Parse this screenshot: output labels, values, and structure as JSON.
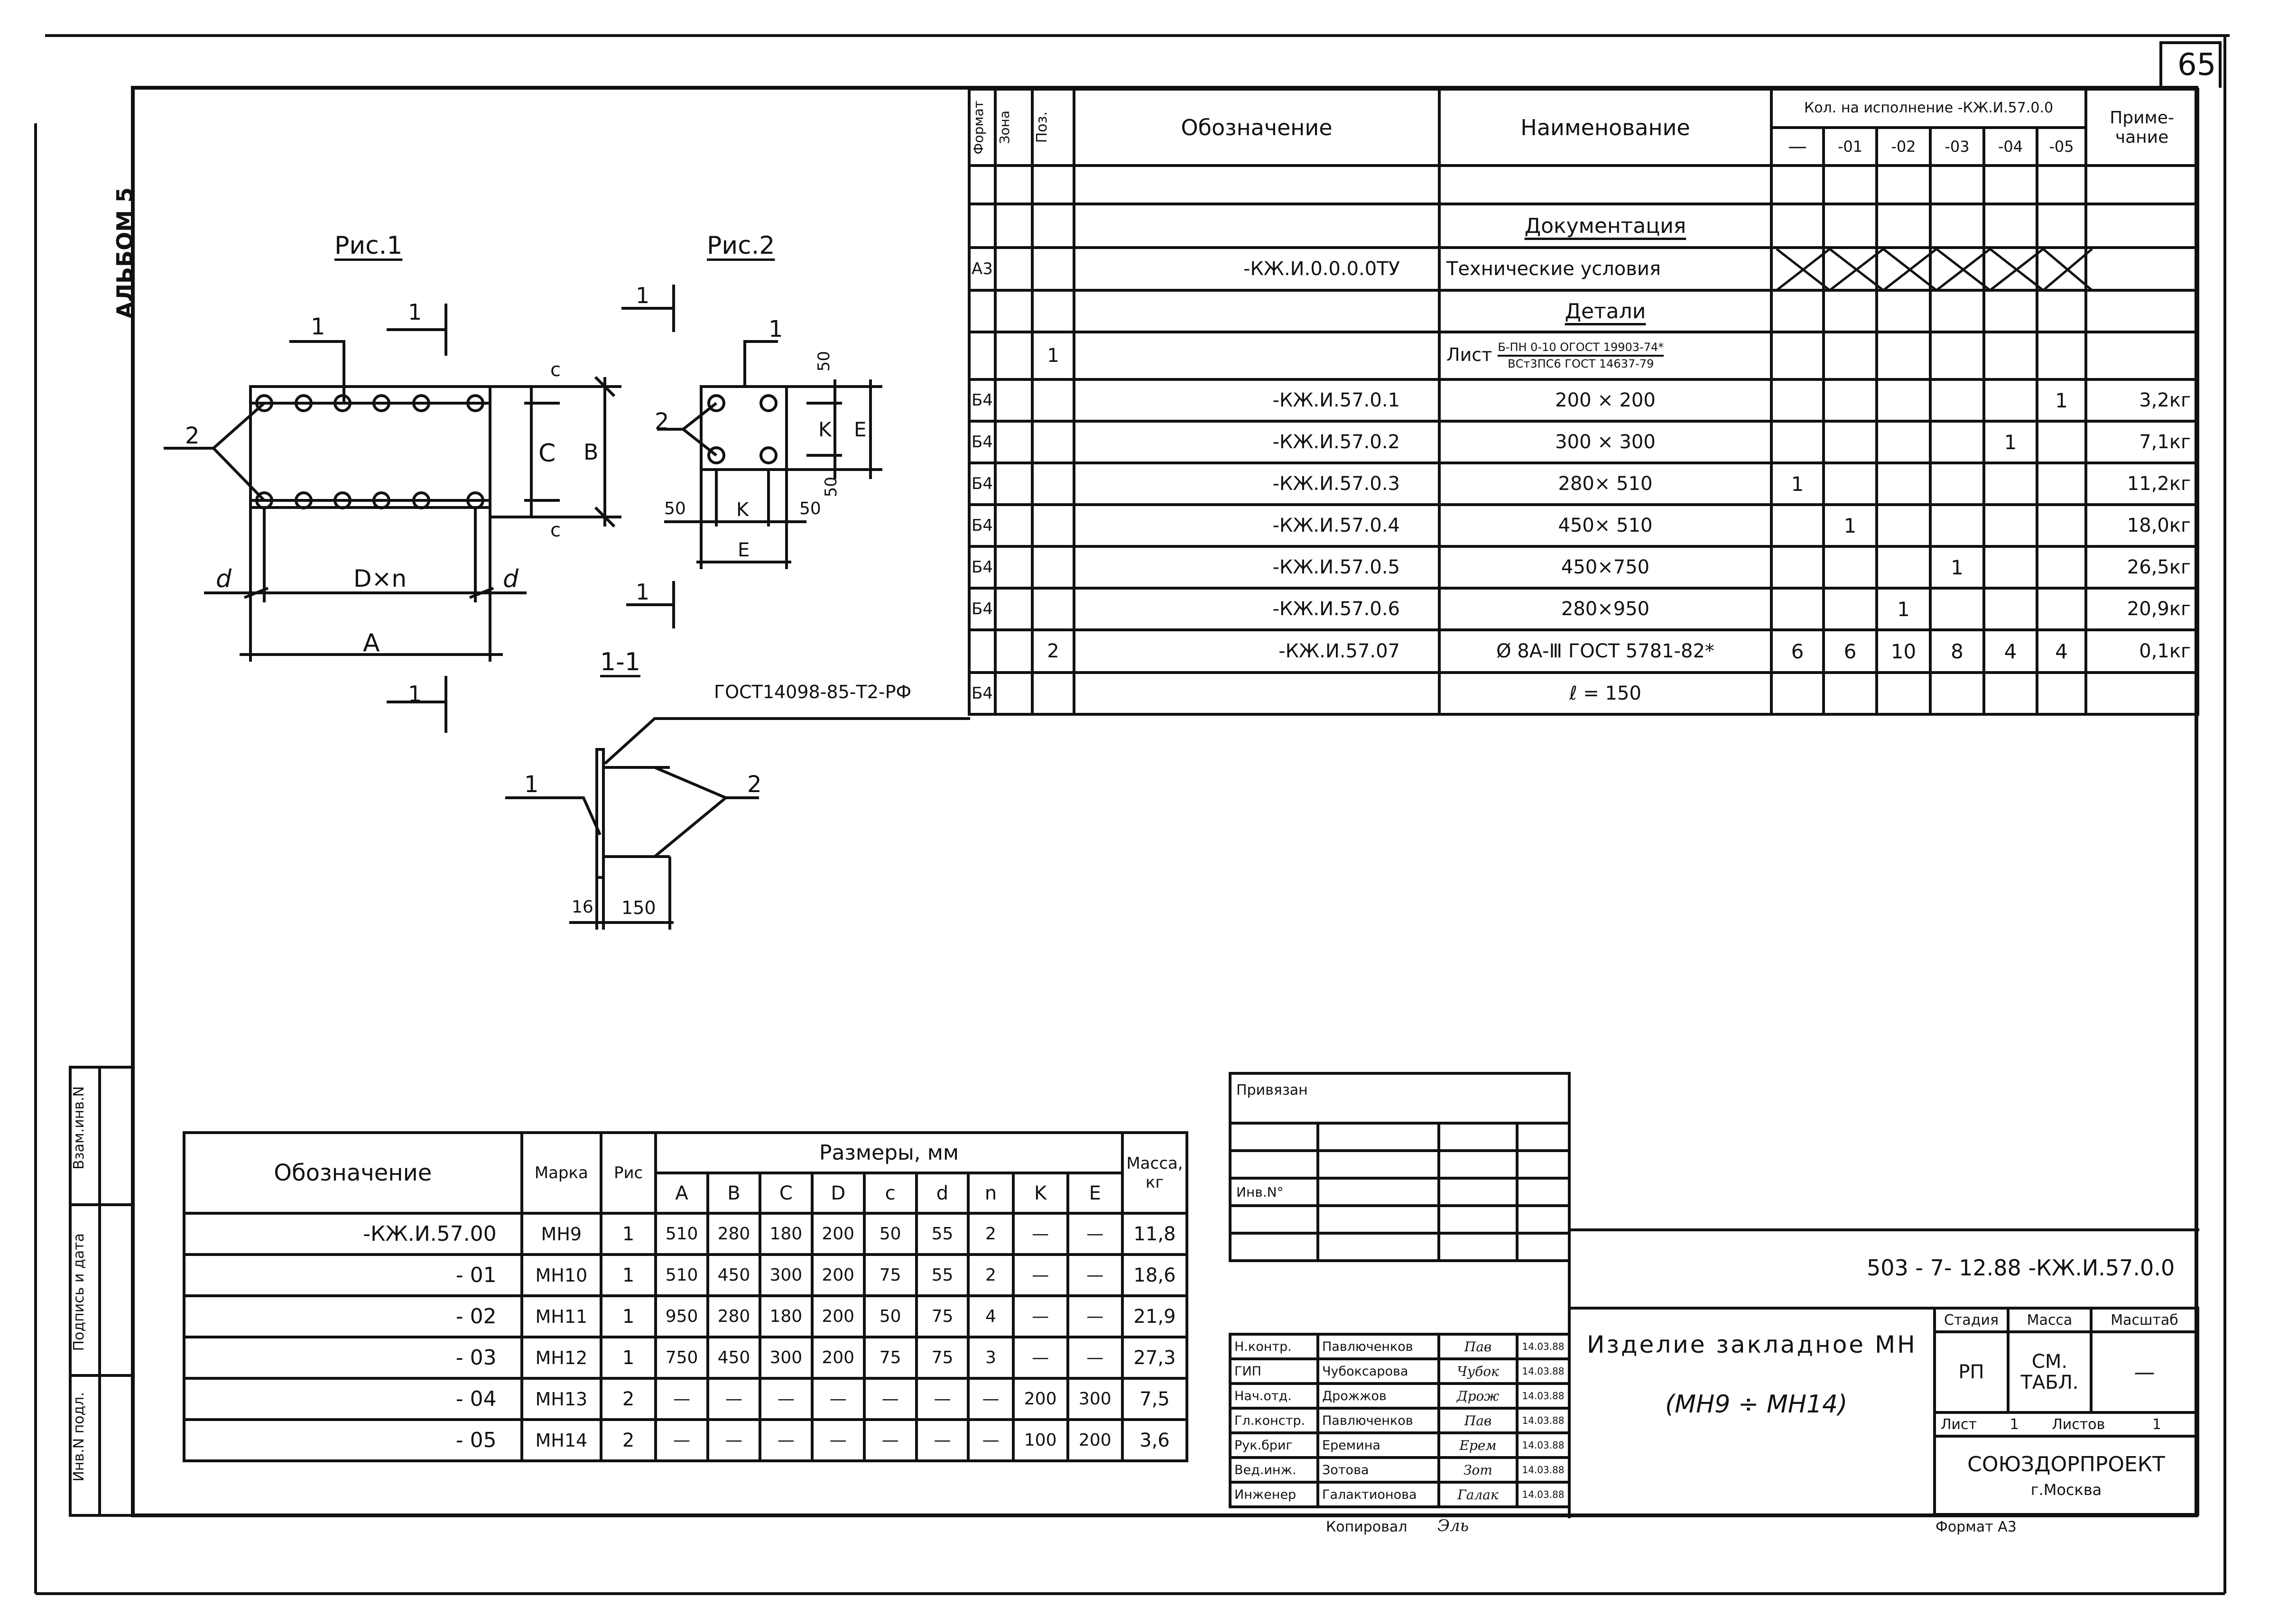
{
  "page": {
    "sheet_number": "65",
    "album": "АЛЬБОМ 5"
  },
  "figures": {
    "fig1": {
      "title": "Рис.1",
      "dims": {
        "d_left": "d",
        "middle": "D×n",
        "d_right": "d",
        "overall": "A",
        "c_top": "c",
        "C": "C",
        "B": "B",
        "c_bottom": "c"
      }
    },
    "fig2": {
      "title": "Рис.2",
      "dims": {
        "left": "50",
        "K": "K",
        "right": "50",
        "E": "E",
        "top": "50",
        "K_v": "K",
        "E_v": "E",
        "bottom": "50"
      }
    },
    "section": {
      "title": "1-1",
      "weld": "ГОСТ14098-85-Т2-РФ",
      "dim_thk": "16",
      "dim_len": "150"
    },
    "callouts": {
      "one": "1",
      "two": "2"
    }
  },
  "spec": {
    "headers": {
      "format": "Формат",
      "zone": "Зона",
      "pos": "Поз.",
      "designation": "Обозначение",
      "name": "Наименование",
      "qty_title": "Кол. на исполнение -КЖ.И.57.0.0",
      "exec": [
        "—",
        "-01",
        "-02",
        "-03",
        "-04",
        "-05"
      ],
      "note": "Приме-чание"
    },
    "rows": [
      {
        "format": "",
        "pos": "",
        "designation": "",
        "name": "",
        "q": [
          "",
          "",
          "",
          "",
          "",
          ""
        ],
        "note": ""
      },
      {
        "format": "",
        "pos": "",
        "designation": "",
        "name": "Документация",
        "q": [
          "",
          "",
          "",
          "",
          "",
          ""
        ],
        "note": ""
      },
      {
        "format": "А3",
        "pos": "",
        "designation": "-КЖ.И.0.0.0.0ТУ",
        "name": "Технические условия",
        "q": [
          "",
          "",
          "",
          "",
          "",
          ""
        ],
        "note": ""
      },
      {
        "format": "",
        "pos": "",
        "designation": "",
        "name": "Детали",
        "q": [
          "",
          "",
          "",
          "",
          "",
          ""
        ],
        "note": ""
      },
      {
        "format": "",
        "pos": "1",
        "designation": "",
        "name": "Лист",
        "q": [
          "",
          "",
          "",
          "",
          "",
          ""
        ],
        "note": ""
      },
      {
        "format": "Б4",
        "pos": "",
        "designation": "-КЖ.И.57.0.1",
        "name": "200 × 200",
        "q": [
          "",
          "",
          "",
          "",
          "",
          "1"
        ],
        "note": "3,2кг"
      },
      {
        "format": "Б4",
        "pos": "",
        "designation": "-КЖ.И.57.0.2",
        "name": "300 × 300",
        "q": [
          "",
          "",
          "",
          "",
          "1",
          ""
        ],
        "note": "7,1кг"
      },
      {
        "format": "Б4",
        "pos": "",
        "designation": "-КЖ.И.57.0.3",
        "name": "280× 510",
        "q": [
          "1",
          "",
          "",
          "",
          "",
          ""
        ],
        "note": "11,2кг"
      },
      {
        "format": "Б4",
        "pos": "",
        "designation": "-КЖ.И.57.0.4",
        "name": "450× 510",
        "q": [
          "",
          "1",
          "",
          "",
          "",
          ""
        ],
        "note": "18,0кг"
      },
      {
        "format": "Б4",
        "pos": "",
        "designation": "-КЖ.И.57.0.5",
        "name": "450×750",
        "q": [
          "",
          "",
          "",
          "1",
          "",
          ""
        ],
        "note": "26,5кг"
      },
      {
        "format": "Б4",
        "pos": "",
        "designation": "-КЖ.И.57.0.6",
        "name": "280×950",
        "q": [
          "",
          "",
          "1",
          "",
          "",
          ""
        ],
        "note": "20,9кг"
      },
      {
        "format": "",
        "pos": "2",
        "designation": "-КЖ.И.57.07",
        "name": "Ø 8А-Ⅲ ГОСТ 5781-82*",
        "q": [
          "6",
          "6",
          "10",
          "8",
          "4",
          "4"
        ],
        "note": "0,1кг"
      },
      {
        "format": "Б4",
        "pos": "",
        "designation": "",
        "name": "ℓ = 150",
        "q": [
          "",
          "",
          "",
          "",
          "",
          ""
        ],
        "note": ""
      }
    ],
    "sheet_fraction": {
      "top": "Б-ПН 0-10 ОГОСТ 19903-74*",
      "bottom": "ВСт3ПС6 ГОСТ 14637-79"
    }
  },
  "dims_table": {
    "headers": {
      "designation": "Обозначение",
      "marka": "Марка",
      "ris": "Рис",
      "sizes": "Размеры, мм",
      "cols": [
        "A",
        "B",
        "C",
        "D",
        "c",
        "d",
        "n",
        "K",
        "E"
      ],
      "mass": "Масса, кг"
    },
    "rows": [
      {
        "des": "-КЖ.И.57.00",
        "marka": "МН9",
        "ris": "1",
        "v": [
          "510",
          "280",
          "180",
          "200",
          "50",
          "55",
          "2",
          "—",
          "—"
        ],
        "mass": "11,8"
      },
      {
        "des": "- 01",
        "marka": "МН10",
        "ris": "1",
        "v": [
          "510",
          "450",
          "300",
          "200",
          "75",
          "55",
          "2",
          "—",
          "—"
        ],
        "mass": "18,6"
      },
      {
        "des": "- 02",
        "marka": "МН11",
        "ris": "1",
        "v": [
          "950",
          "280",
          "180",
          "200",
          "50",
          "75",
          "4",
          "—",
          "—"
        ],
        "mass": "21,9"
      },
      {
        "des": "- 03",
        "marka": "МН12",
        "ris": "1",
        "v": [
          "750",
          "450",
          "300",
          "200",
          "75",
          "75",
          "3",
          "—",
          "—"
        ],
        "mass": "27,3"
      },
      {
        "des": "- 04",
        "marka": "МН13",
        "ris": "2",
        "v": [
          "—",
          "—",
          "—",
          "—",
          "—",
          "—",
          "—",
          "200",
          "300"
        ],
        "mass": "7,5"
      },
      {
        "des": "- 05",
        "marka": "МН14",
        "ris": "2",
        "v": [
          "—",
          "—",
          "—",
          "—",
          "—",
          "—",
          "—",
          "100",
          "200"
        ],
        "mass": "3,6"
      }
    ]
  },
  "left_stamp": [
    "Инв.N подл.",
    "Подпись и дата",
    "Взам.инв.N"
  ],
  "privyazan": {
    "title": "Привязан",
    "inv": "Инв.N°"
  },
  "title_block": {
    "code": "503 - 7- 12.88 -КЖ.И.57.0.0",
    "name_line1": "Изделие закладное МН",
    "name_line2": "(МН9 ÷ МН14)",
    "people": [
      {
        "role": "Н.контр.",
        "name": "Павлюченков",
        "sign": "Пав",
        "date": "14.03.88"
      },
      {
        "role": "ГИП",
        "name": "Чубоксарова",
        "sign": "Чубок",
        "date": "14.03.88"
      },
      {
        "role": "Нач.отд.",
        "name": "Дрожжов",
        "sign": "Дрож",
        "date": "14.03.88"
      },
      {
        "role": "Гл.констр.",
        "name": "Павлюченков",
        "sign": "Пав",
        "date": "14.03.88"
      },
      {
        "role": "Рук.бриг",
        "name": "Еремина",
        "sign": "Ерем",
        "date": "14.03.88"
      },
      {
        "role": "Вед.инж.",
        "name": "Зотова",
        "sign": "Зот",
        "date": "14.03.88"
      },
      {
        "role": "Инженер",
        "name": "Галактионова",
        "sign": "Галак",
        "date": "14.03.88"
      }
    ],
    "stage_h": "Стадия",
    "mass_h": "Масса",
    "scale_h": "Масштаб",
    "stage": "РП",
    "mass": "СМ. ТАБЛ.",
    "scale": "—",
    "sheet_label": "Лист",
    "sheet": "1",
    "sheets_label": "Листов",
    "sheets": "1",
    "org": "СОЮЗДОРПРОЕКТ",
    "city": "г.Москва",
    "copied": "Копировал",
    "format": "Формат А3"
  }
}
